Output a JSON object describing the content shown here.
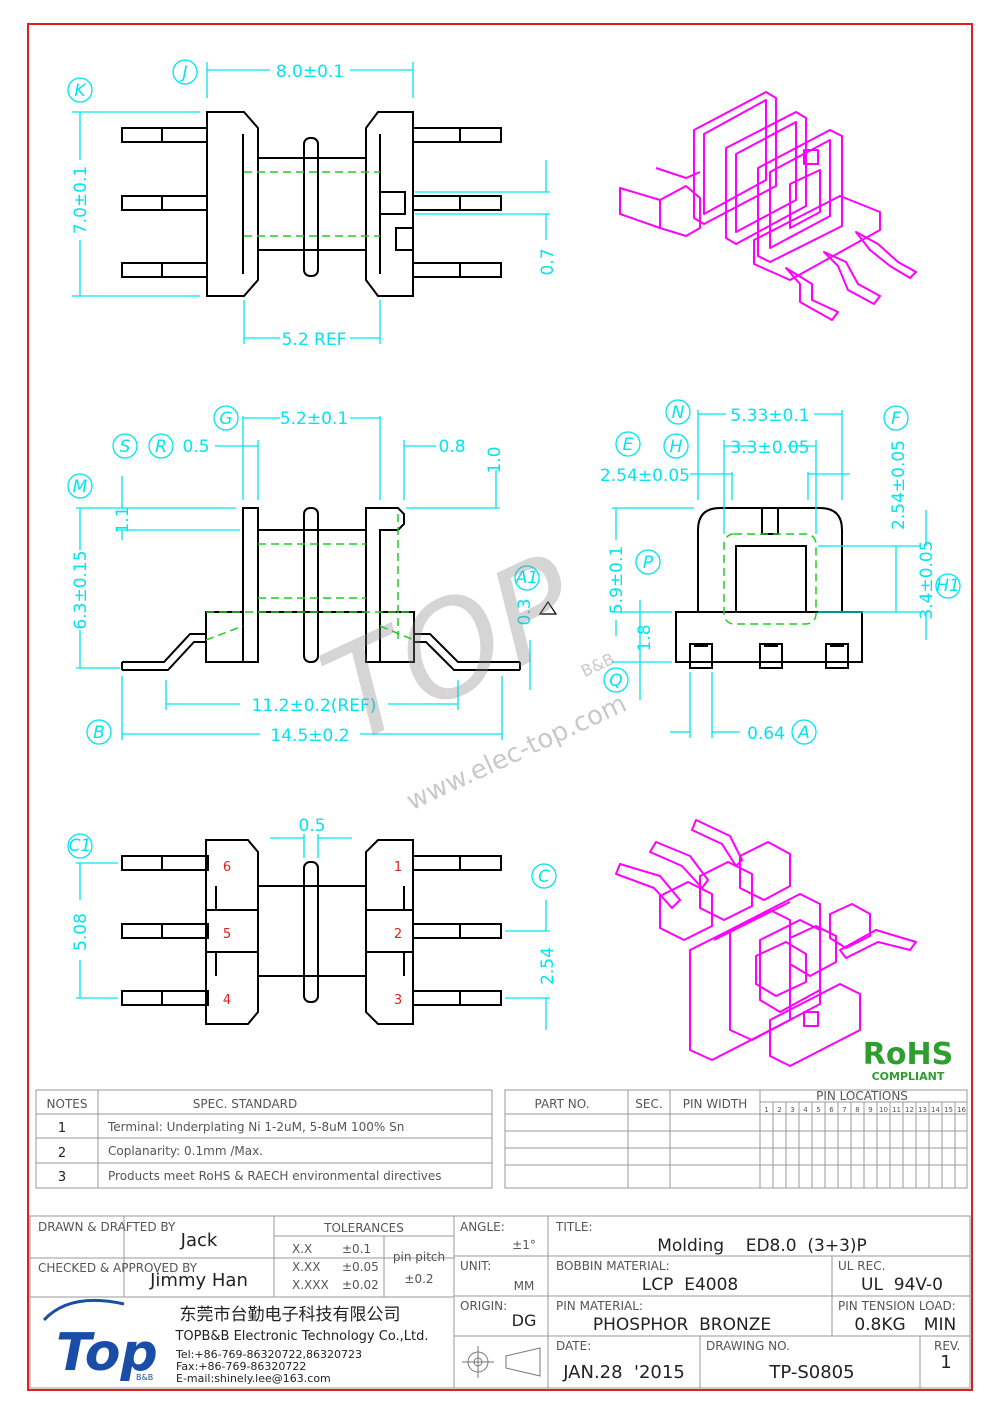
{
  "colors": {
    "frame": "#e02020",
    "outline": "#000000",
    "dimension": "#00e5ee",
    "hidden": "#22cc22",
    "iso": "#ff00ff",
    "pin_number": "#e02020",
    "rohs": "#2e9e2e"
  },
  "views": {
    "top": {
      "labels": {
        "k": "K",
        "j": "J"
      },
      "dims": {
        "width": "8.0±0.1",
        "height": "7.0±0.1",
        "ref": "5.2 REF",
        "slot": "0.7"
      }
    },
    "front": {
      "labels": {
        "g": "G",
        "s": "S",
        "r": "R",
        "m": "M",
        "a1": "A1",
        "b": "B"
      },
      "dims": {
        "flange": "5.2±0.1",
        "r05": "0.5",
        "d08": "0.8",
        "d10": "1.0",
        "d11": "1.1",
        "height": "6.3±0.15",
        "d03": "0.3",
        "ref": "11.2±0.2(REF)",
        "total": "14.5±0.2"
      }
    },
    "side": {
      "labels": {
        "n": "N",
        "e": "E",
        "h": "H",
        "f": "F",
        "p": "P",
        "q": "Q",
        "h1": "H1",
        "a": "A"
      },
      "dims": {
        "width": "5.33±0.1",
        "inner": "3.3±0.05",
        "pitch": "2.54±0.05",
        "pitch_v": "2.54±0.05",
        "height": "5.9±0.1",
        "d18": "1.8",
        "window": "3.4±0.05",
        "pin": "0.64"
      }
    },
    "bottom": {
      "labels": {
        "c1": "C1",
        "c": "C"
      },
      "dims": {
        "gap": "0.5",
        "span": "5.08",
        "pitch": "2.54"
      },
      "pins": [
        "1",
        "2",
        "3",
        "4",
        "5",
        "6"
      ]
    }
  },
  "watermark": {
    "url": "www.elec-top.com",
    "brand": "B&B"
  },
  "rohs": {
    "title": "RoHS",
    "subtitle": "COMPLIANT"
  },
  "notes": {
    "header": {
      "no": "NOTES",
      "spec": "SPEC. STANDARD"
    },
    "rows": [
      {
        "no": "1",
        "text": "Terminal: Underplating Ni 1-2uM, 5-8uM 100% Sn"
      },
      {
        "no": "2",
        "text": "Coplanarity: 0.1mm /Max."
      },
      {
        "no": "3",
        "text": "Products meet RoHS & RAECH environmental directives"
      }
    ]
  },
  "parts_table": {
    "headers": {
      "part": "PART NO.",
      "sec": "SEC.",
      "width": "PIN WIDTH",
      "loc": "PIN LOCATIONS"
    },
    "pin_columns": [
      "1",
      "2",
      "3",
      "4",
      "5",
      "6",
      "7",
      "8",
      "9",
      "10",
      "11",
      "12",
      "13",
      "14",
      "15",
      "16"
    ]
  },
  "title_block": {
    "drawn_label": "DRAWN & DRAFTED BY",
    "drawn": "Jack",
    "checked_label": "CHECKED & APPROVED BY",
    "checked": "Jimmy Han",
    "tol_title": "TOLERANCES",
    "tol_rows": [
      {
        "k": "X.X",
        "v": "±0.1"
      },
      {
        "k": "X.XX",
        "v": "±0.05"
      },
      {
        "k": "X.XXX",
        "v": "±0.02"
      }
    ],
    "pin_pitch_label": "pin pitch",
    "pin_pitch": "±0.2",
    "angle_label": "ANGLE:",
    "angle": "±1°",
    "unit_label": "UNIT:",
    "unit": "MM",
    "origin_label": "ORIGIN:",
    "origin": "DG",
    "title_label": "TITLE:",
    "title": "Molding    ED8.0  (3+3)P",
    "bobbin_label": "BOBBIN MATERIAL:",
    "bobbin": "LCP  E4008",
    "ul_label": "UL REC.",
    "ul": "UL  94V-0",
    "pinmat_label": "PIN MATERIAL:",
    "pinmat": "PHOSPHOR  BRONZE",
    "tension_label": "PIN TENSION LOAD:",
    "tension": "0.8KG",
    "tension_unit": "MIN",
    "date_label": "DATE:",
    "date": "JAN.28  '2015",
    "dwg_label": "DRAWING NO.",
    "dwg": "TP-S0805",
    "rev_label": "REV.",
    "rev": "1",
    "company_cn": "东莞市台勤电子科技有限公司",
    "company_en": "TOPB&B Electronic Technology Co.,Ltd.",
    "tel": "Tel:+86-769-86320722,86320723",
    "fax": "Fax:+86-769-86320722",
    "email": "E-mail:shinely.lee@163.com",
    "logo_sub": "B&B"
  }
}
